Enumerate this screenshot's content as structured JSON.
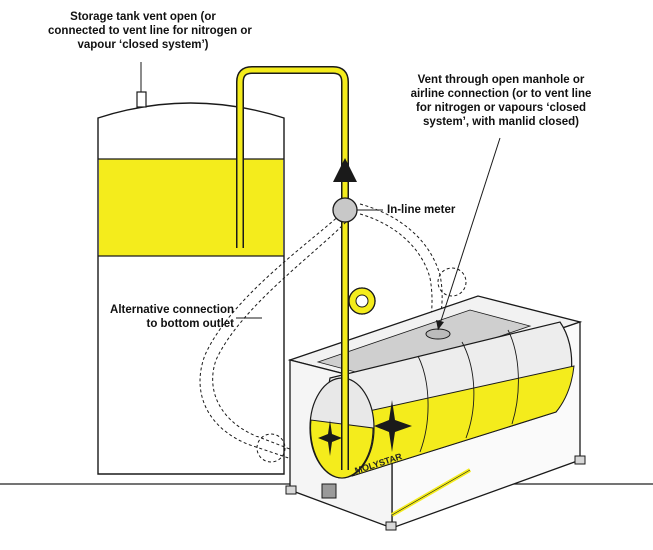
{
  "labels": {
    "storage_vent": [
      "Storage tank vent open (or",
      "connected to vent line for nitrogen or",
      "vapour ‘closed system’)"
    ],
    "manhole_vent": [
      "Vent through open manhole or",
      "airline connection (or to vent line",
      "for nitrogen or vapours ‘closed",
      "system’, with manlid closed)"
    ],
    "meter": "In-line meter",
    "alternative": [
      "Alternative connection",
      "to bottom outlet"
    ],
    "brand": "MOLYSTAR"
  },
  "colors": {
    "liquid": "#f4ec1c",
    "pipe": "#f4ec1c",
    "outline": "#1a1a1a",
    "meter": "#c8c8c8",
    "frame": "#d8d8d8",
    "tank_shell": "#eeeeee"
  }
}
